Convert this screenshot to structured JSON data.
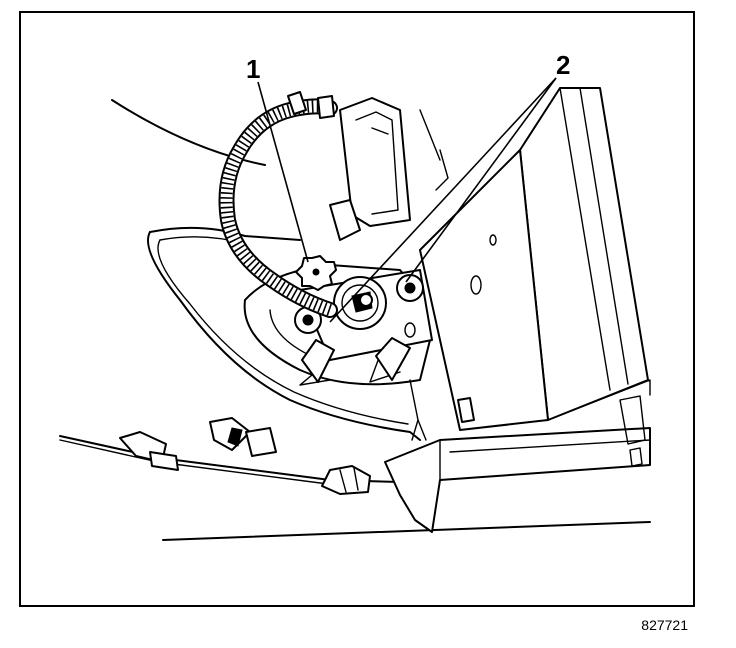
{
  "callouts": [
    {
      "id": "1",
      "label": "1"
    },
    {
      "id": "2",
      "label": "2"
    }
  ],
  "figure_number": "827721",
  "colors": {
    "ink": "#000000",
    "paper": "#ffffff"
  }
}
